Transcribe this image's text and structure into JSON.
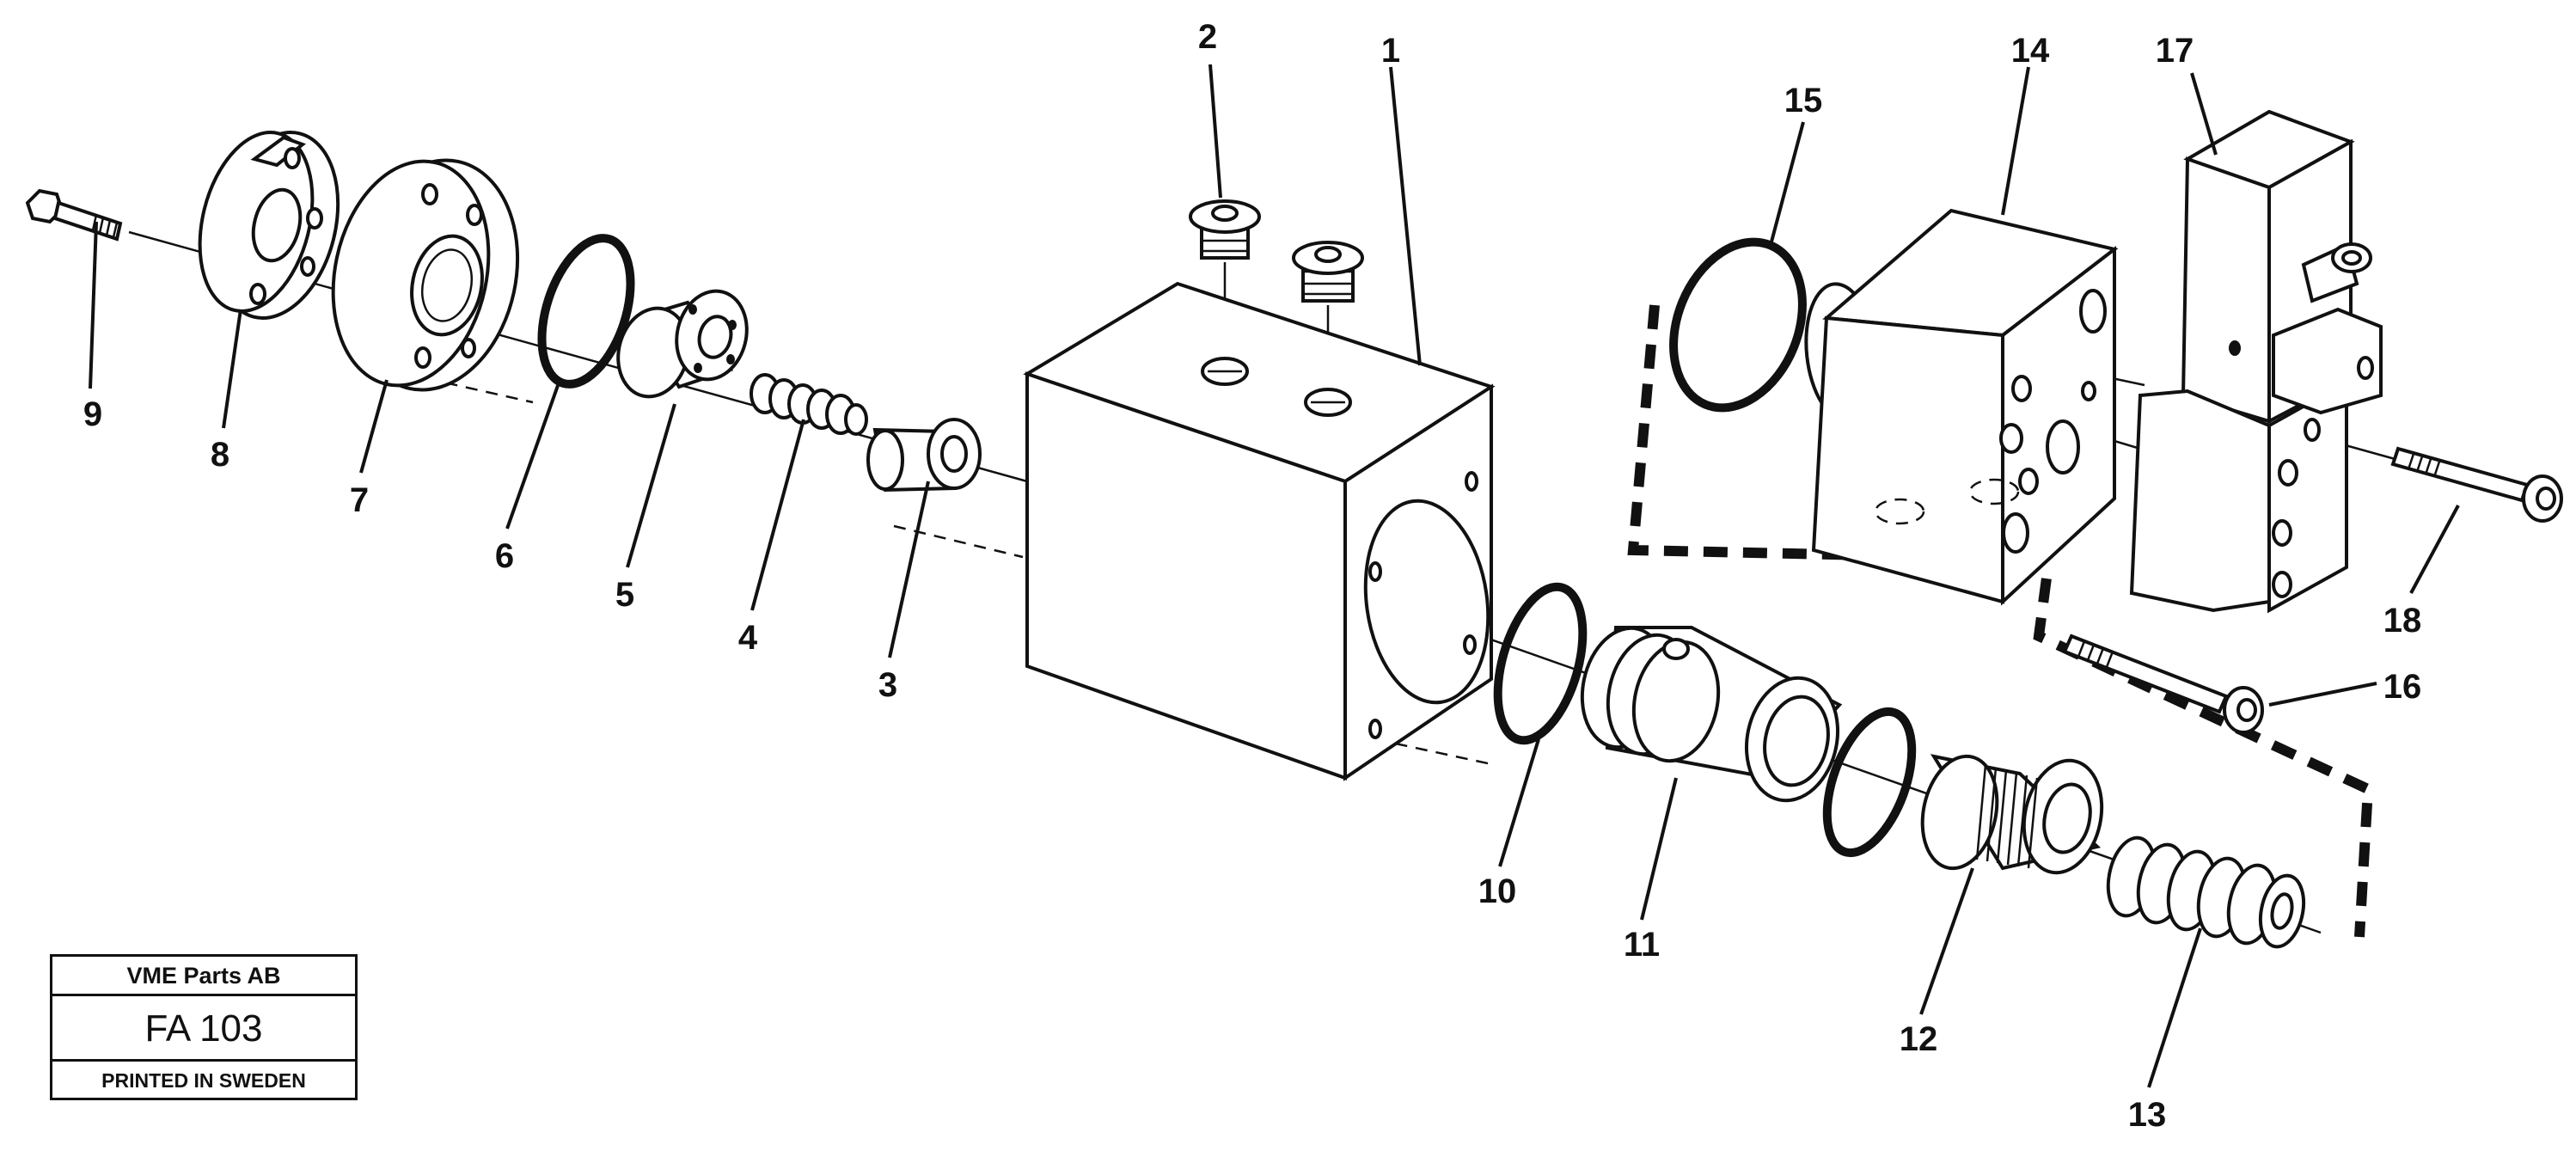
{
  "diagram": {
    "callouts": [
      {
        "id": "1",
        "label": "1"
      },
      {
        "id": "2",
        "label": "2"
      },
      {
        "id": "3",
        "label": "3"
      },
      {
        "id": "4",
        "label": "4"
      },
      {
        "id": "5",
        "label": "5"
      },
      {
        "id": "6",
        "label": "6"
      },
      {
        "id": "7",
        "label": "7"
      },
      {
        "id": "8",
        "label": "8"
      },
      {
        "id": "9",
        "label": "9"
      },
      {
        "id": "10",
        "label": "10"
      },
      {
        "id": "11",
        "label": "11"
      },
      {
        "id": "12",
        "label": "12"
      },
      {
        "id": "13",
        "label": "13"
      },
      {
        "id": "14",
        "label": "14"
      },
      {
        "id": "15",
        "label": "15"
      },
      {
        "id": "16",
        "label": "16"
      },
      {
        "id": "17",
        "label": "17"
      },
      {
        "id": "18",
        "label": "18"
      }
    ]
  },
  "title_block": {
    "company": "VME Parts AB",
    "code": "FA 103",
    "printed": "PRINTED IN SWEDEN"
  }
}
